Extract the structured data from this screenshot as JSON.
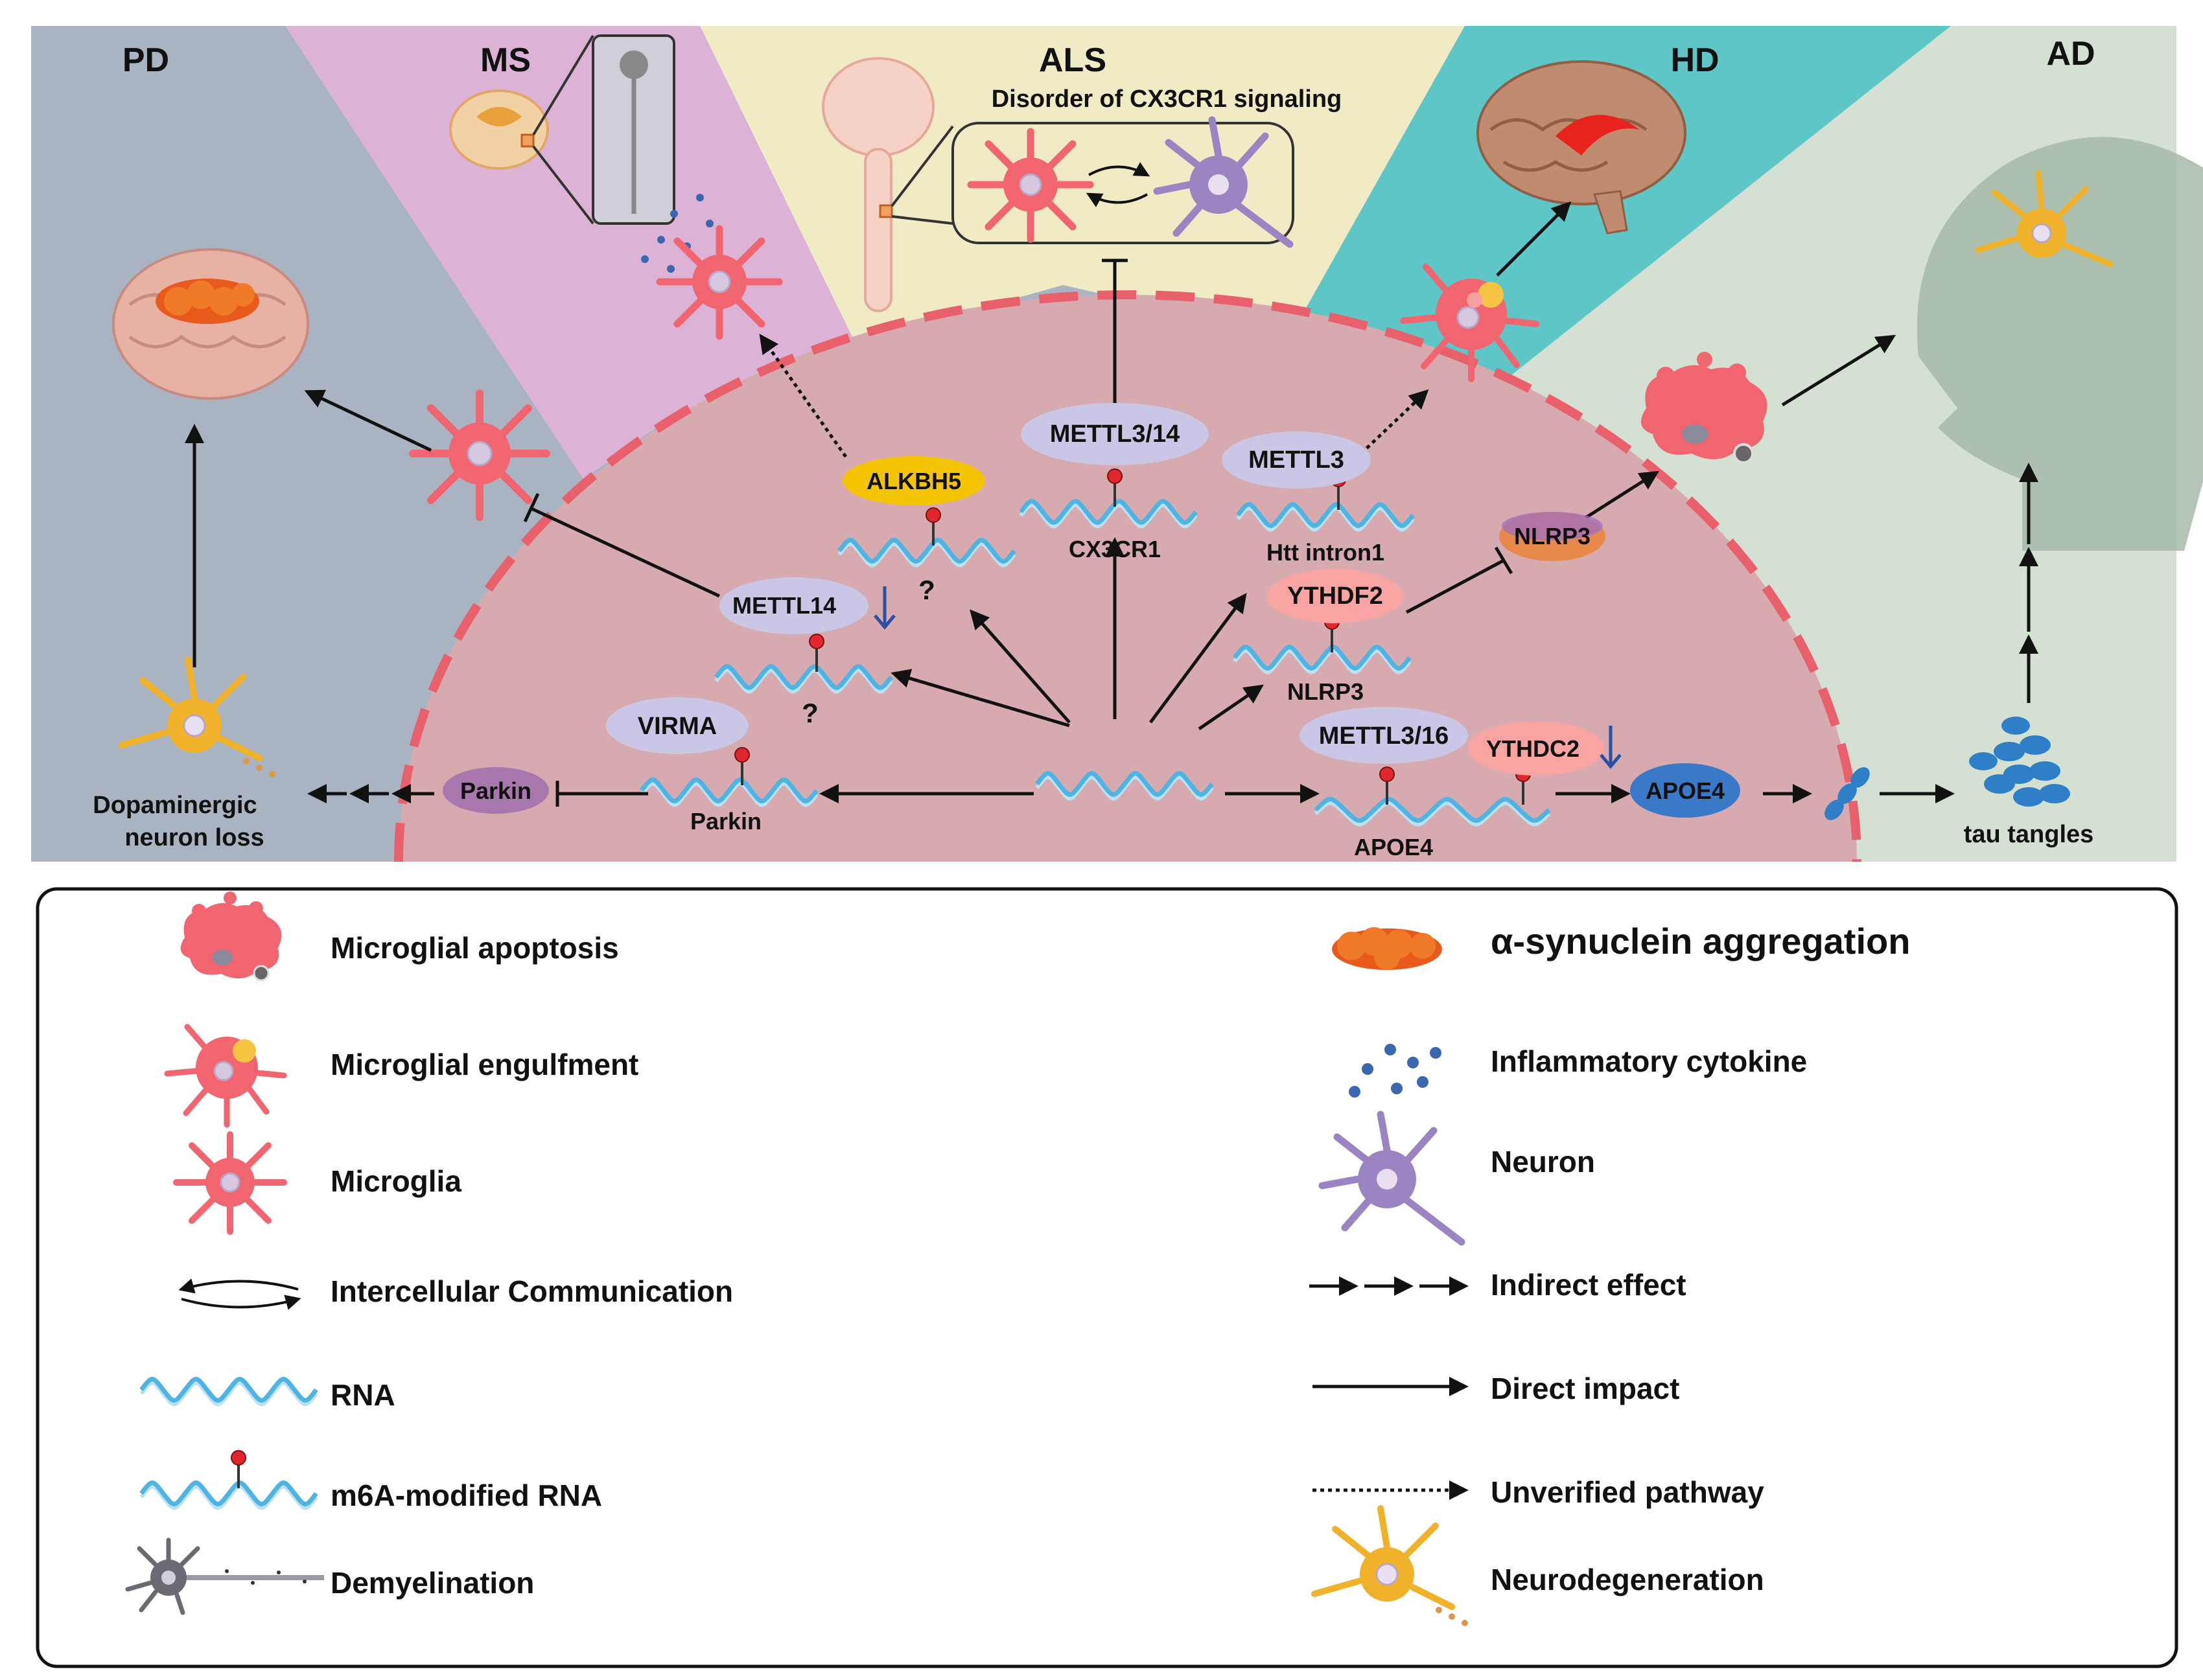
{
  "panels": {
    "pd": "PD",
    "ms": "MS",
    "als": "ALS",
    "hd": "HD",
    "ad": "AD"
  },
  "als_subtitle": "Disorder of CX3CR1 signaling",
  "proteins": {
    "alkbh5": "ALKBH5",
    "mettl314": "METTL3/14",
    "mettl3": "METTL3",
    "mettl14": "METTL14",
    "ythdf2": "YTHDF2",
    "nlrp3_protein": "NLRP3",
    "virma": "VIRMA",
    "parkin_protein": "Parkin",
    "mettl316": "METTL3/16",
    "ythdc2": "YTHDC2",
    "apoe4_protein": "APOE4"
  },
  "rna_labels": {
    "cx3cr1": "CX3CR1",
    "htt": "Htt intron1",
    "nlrp3": "NLRP3",
    "parkin": "Parkin",
    "apoe4": "APOE4"
  },
  "question_marks": [
    "?",
    "?"
  ],
  "pd_outcome": "Dopaminergic\nneuron loss",
  "tau_label": "tau tangles",
  "legend": {
    "left": [
      {
        "icon": "apoptosis-icon",
        "label": "Microglial apoptosis"
      },
      {
        "icon": "engulfment-icon",
        "label": "Microglial engulfment"
      },
      {
        "icon": "microglia-icon",
        "label": "Microglia"
      },
      {
        "icon": "communication-icon",
        "label": "Intercellular Communication"
      },
      {
        "icon": "rna-icon",
        "label": "RNA"
      },
      {
        "icon": "m6a-rna-icon",
        "label": "m6A-modified RNA"
      },
      {
        "icon": "demyelination-icon",
        "label": "Demyelination"
      }
    ],
    "right": [
      {
        "icon": "synuclein-icon",
        "label": "α-synuclein aggregation"
      },
      {
        "icon": "cytokine-icon",
        "label": "Inflammatory cytokine"
      },
      {
        "icon": "neuron-icon",
        "label": "Neuron"
      },
      {
        "icon": "indirect-arrow-icon",
        "label": "Indirect effect"
      },
      {
        "icon": "direct-arrow-icon",
        "label": "Direct impact"
      },
      {
        "icon": "dotted-arrow-icon",
        "label": "Unverified pathway"
      },
      {
        "icon": "neurodegeneration-icon",
        "label": "Neurodegeneration"
      }
    ]
  },
  "colors": {
    "pd_bg": "#a9b3c2",
    "ms_bg": "#dcb3d6",
    "als_bg": "#f1ebc5",
    "hd_bg": "#5ec6c6",
    "ad_bg": "#d4e0d2",
    "cell": "#d7aab0",
    "cell_border": "#e8606c",
    "protein": "#c9c6e6",
    "alkbh5": "#f5c400",
    "ythdf2": "#f7a4a2",
    "nlrp3": "#e8894c",
    "parkin": "#a877ae",
    "apoe4": "#3a78c8",
    "rna": "#4fb3e3",
    "microglia": "#f0656f",
    "neuron": "#9a84c2",
    "neurodegeneration": "#f0b22a",
    "tau": "#2f7fc8",
    "m6a_dot": "#e0262f"
  }
}
